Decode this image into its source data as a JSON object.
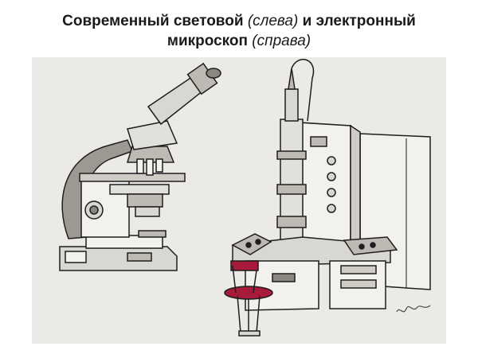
{
  "slide": {
    "title": {
      "line1_bold": "Современный световой",
      "line1_italic": "(слева)",
      "line1_bold_end": "и электронный",
      "line2_bold": "микроскоп",
      "line2_italic": "(справа)"
    }
  },
  "colors": {
    "background": "#ffffff",
    "illustration_bg": "#eceae6",
    "ink": "#1e1e1e",
    "metal_light": "#f2f1ee",
    "metal_mid": "#bdbab4",
    "chair_seat": "#a81a3a"
  },
  "illustration": {
    "left_item": "light-microscope",
    "right_item": "electron-microscope",
    "extra_item": "stool"
  }
}
